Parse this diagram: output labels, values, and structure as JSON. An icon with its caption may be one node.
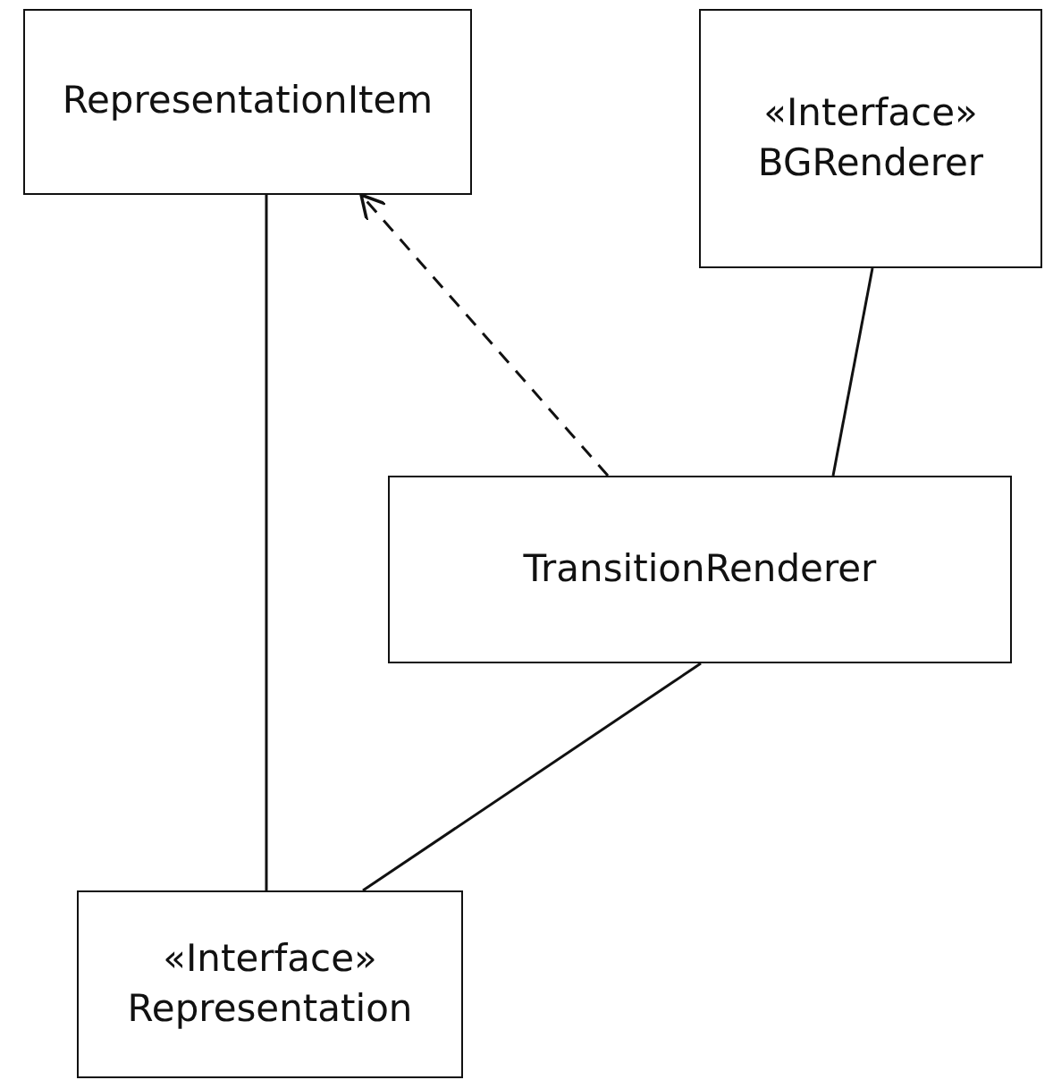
{
  "diagram": {
    "nodes": [
      {
        "text": [
          "RepresentationItem"
        ]
      },
      {
        "text": [
          "«Interface»",
          "BGRenderer"
        ]
      },
      {
        "text": [
          "TransitionRenderer"
        ]
      },
      {
        "text": [
          "«Interface»",
          "Representation"
        ]
      }
    ],
    "edges": [
      {
        "from": 2,
        "to": 0,
        "arrow": "to",
        "style": "dashed"
      },
      {
        "from": 1,
        "to": 2,
        "arrow": "none"
      },
      {
        "from": 2,
        "to": 3,
        "arrow": "none"
      },
      {
        "from": 0,
        "to": 3,
        "arrow": "none"
      }
    ]
  }
}
